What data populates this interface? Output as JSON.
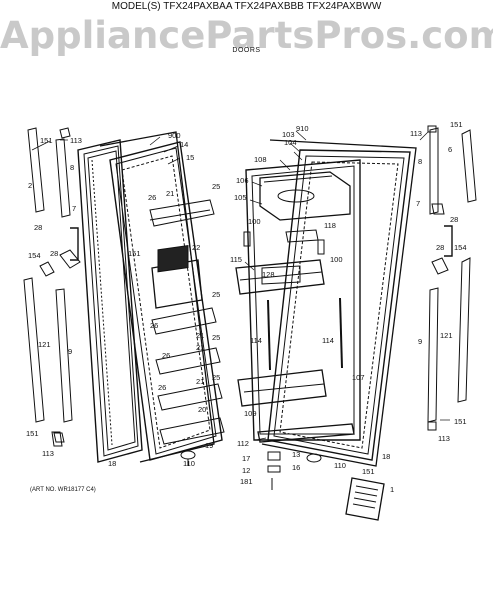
{
  "header": {
    "models": "MODEL(S) TFX24PAXBAA  TFX24PAXBBB  TFX24PAXBWW",
    "section": "DOORS",
    "watermark": "AppliancePartsPros.com"
  },
  "footer": {
    "art_number": "(ART NO. WR18177 C4)"
  },
  "callouts": {
    "c151a": "151",
    "c113a": "113",
    "c8a": "8",
    "c2": "2",
    "c28a": "28",
    "c7a": "7",
    "c154a": "154",
    "c28b": "28",
    "c121a": "121",
    "c9a": "9",
    "c151b": "151",
    "c113b": "113",
    "c900": "900",
    "c14": "14",
    "c15": "15",
    "c25a": "25",
    "c21a": "21",
    "c26a": "26",
    "c22": "22",
    "c151c": "151",
    "c25b": "25",
    "c26b": "26",
    "c21b": "21",
    "c25c": "25",
    "c21c": "21",
    "c26c": "26",
    "c21d": "21",
    "c25d": "25",
    "c26d": "26",
    "c20": "20",
    "c19": "19",
    "c110a": "110",
    "c18a": "18",
    "c910": "910",
    "c103": "103",
    "c104": "104",
    "c108": "108",
    "c106": "106",
    "c105": "105",
    "c100a": "100",
    "c118": "118",
    "c100b": "100",
    "c115": "115",
    "c128": "128",
    "c114a": "114",
    "c114b": "114",
    "c107": "107",
    "c109": "109",
    "c112": "112",
    "c18b": "18",
    "c13": "13",
    "c17": "17",
    "c16": "16",
    "c12": "12",
    "c110b": "110",
    "c151d": "151",
    "c181": "181",
    "c1": "1",
    "c113c": "113",
    "c151e": "151",
    "c6": "6",
    "c8b": "8",
    "c7b": "7",
    "c28c": "28",
    "c28d": "28",
    "c154b": "154",
    "c9b": "9",
    "c121b": "121",
    "c151f": "151",
    "c113d": "113"
  }
}
